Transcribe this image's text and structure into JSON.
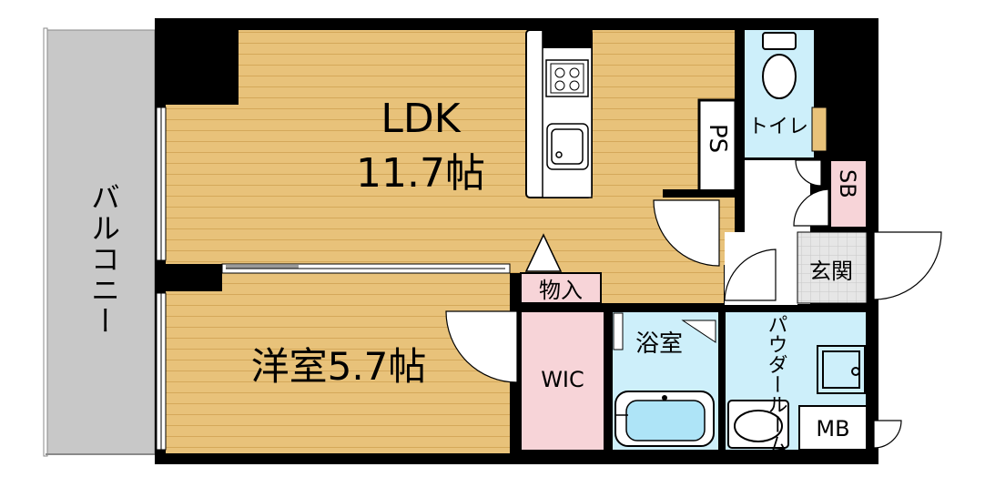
{
  "rooms": {
    "ldk": {
      "name": "LDK",
      "size": "11.7帖"
    },
    "bedroom": {
      "label": "洋室5.7帖"
    },
    "balcony": {
      "label": "バルコニー"
    },
    "toilet": {
      "label": "トイレ"
    },
    "bath": {
      "label": "浴室"
    },
    "powder": {
      "label": "パウダールーム"
    },
    "entrance": {
      "label": "玄関"
    },
    "wic": {
      "label": "WIC"
    },
    "storage": {
      "label": "物入"
    },
    "ps": {
      "label": "PS"
    },
    "sb": {
      "label": "SB"
    },
    "mb": {
      "label": "MB"
    }
  },
  "colors": {
    "wall": "#000000",
    "wood_floor": "#e8c27a",
    "wood_line": "#d4a85a",
    "balcony": "#c8c8c8",
    "wet_area": "#cdeffa",
    "pink": "#f7d4d8",
    "entrance_tile": "#d9d9d9"
  }
}
